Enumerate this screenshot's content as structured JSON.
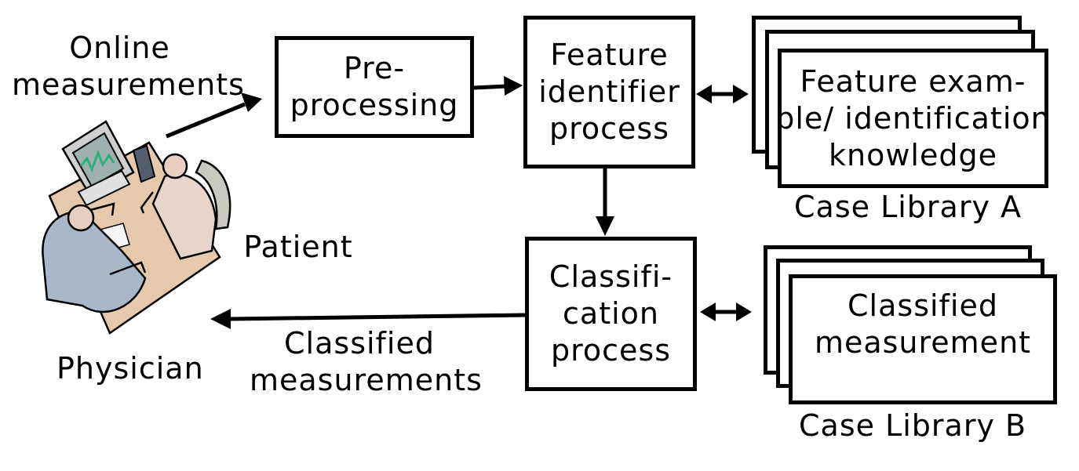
{
  "labels": {
    "online": [
      "Online",
      "measurements"
    ],
    "patient": "Patient",
    "physician": "Physician",
    "classified_output": [
      "Classified",
      "measurements"
    ],
    "case_library_a": "Case Library A",
    "case_library_b": "Case Library B"
  },
  "boxes": {
    "preprocessing": [
      "Pre-",
      "processing"
    ],
    "feature_identifier": [
      "Feature",
      "identifier",
      "process"
    ],
    "classification": [
      "Classifi-",
      "cation",
      "process"
    ],
    "library_a": [
      "Feature exam-",
      "ple/ identification",
      "knowledge"
    ],
    "library_b": [
      "Classified",
      "measurement"
    ]
  },
  "icons": {
    "scene": "physician-patient-consultation-icon"
  },
  "colors": {
    "table": "#e6c9ad",
    "physician_coat": "#a9b8c8",
    "patient_coat": "#e8d4c8",
    "chair": "#c9c9c0"
  }
}
